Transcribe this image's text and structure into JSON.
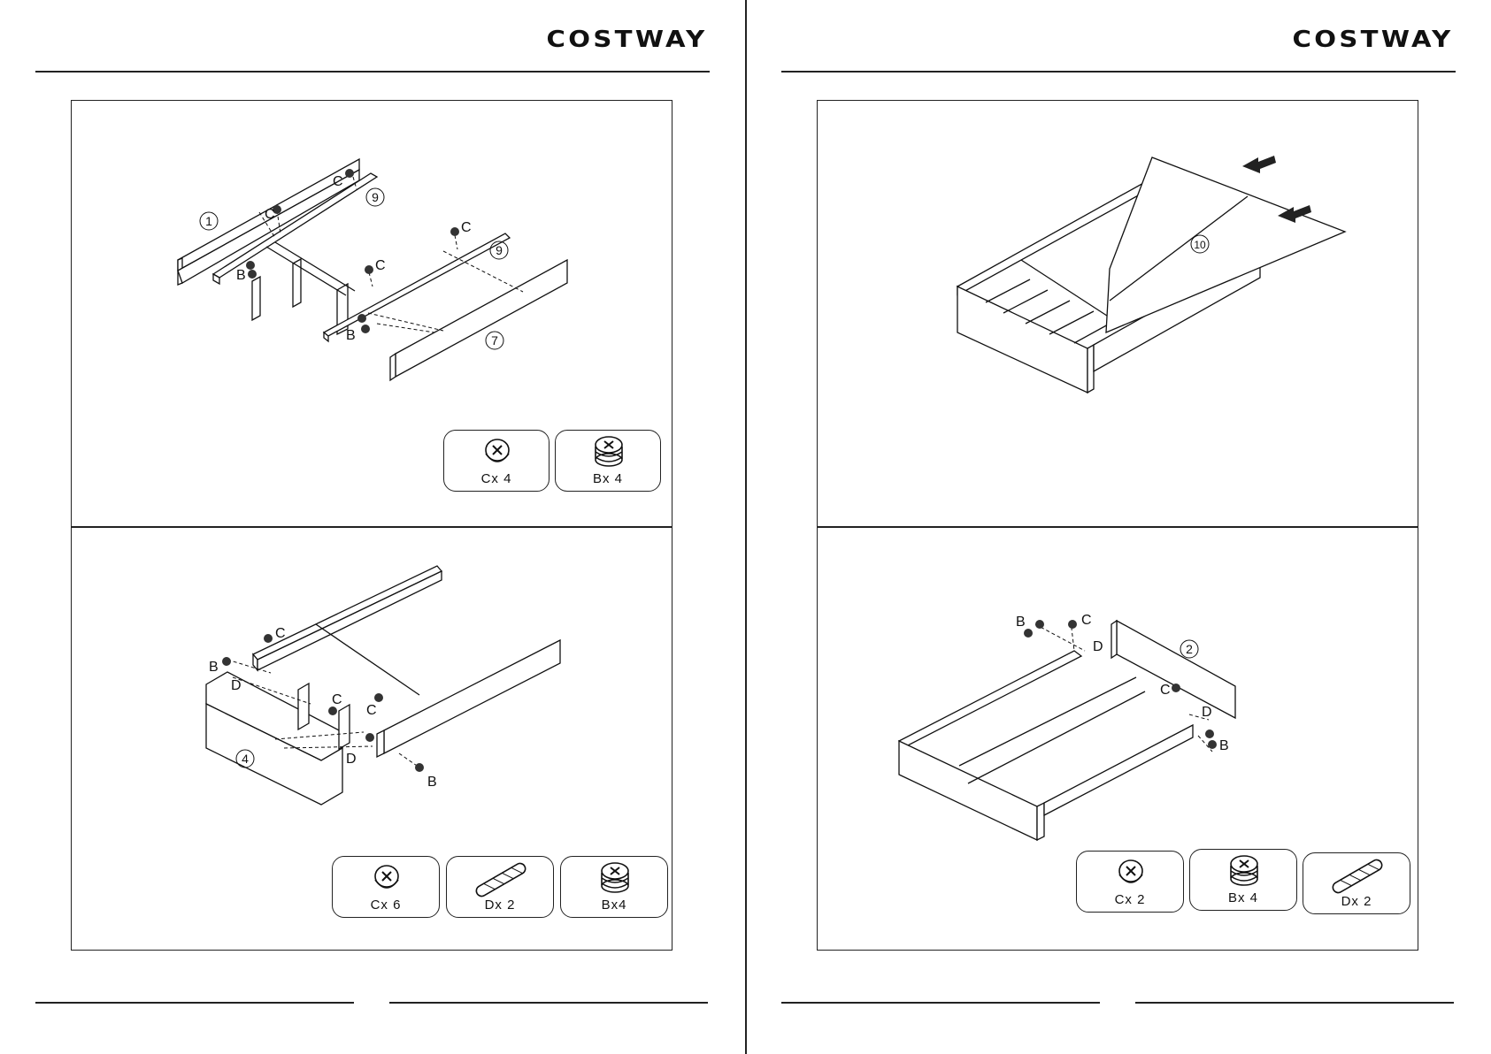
{
  "brand": "COSTWAY",
  "pages": [
    {
      "steps": [
        {
          "parts": [
            "1",
            "9",
            "9",
            "7"
          ],
          "callouts": [
            "C",
            "C",
            "C",
            "C",
            "B",
            "B"
          ],
          "hardware": [
            {
              "icon": "cam-lock-icon",
              "label": "Cx 4"
            },
            {
              "icon": "cam-bolt-icon",
              "label": "Bx 4"
            }
          ]
        },
        {
          "parts": [
            "4"
          ],
          "callouts": [
            "C",
            "B",
            "D",
            "C",
            "C",
            "D",
            "B"
          ],
          "hardware": [
            {
              "icon": "cam-lock-icon",
              "label": "Cx 6"
            },
            {
              "icon": "dowel-icon",
              "label": "Dx 2"
            },
            {
              "icon": "cam-bolt-icon",
              "label": "Bx4"
            }
          ]
        }
      ]
    },
    {
      "steps": [
        {
          "parts": [
            "10"
          ],
          "callouts": [],
          "hardware": []
        },
        {
          "parts": [
            "2"
          ],
          "callouts": [
            "B",
            "C",
            "D",
            "C",
            "D",
            "B"
          ],
          "hardware": [
            {
              "icon": "cam-lock-icon",
              "label": "Cx 2"
            },
            {
              "icon": "cam-bolt-icon",
              "label": "Bx 4"
            },
            {
              "icon": "dowel-icon",
              "label": "Dx 2"
            }
          ]
        }
      ]
    }
  ]
}
